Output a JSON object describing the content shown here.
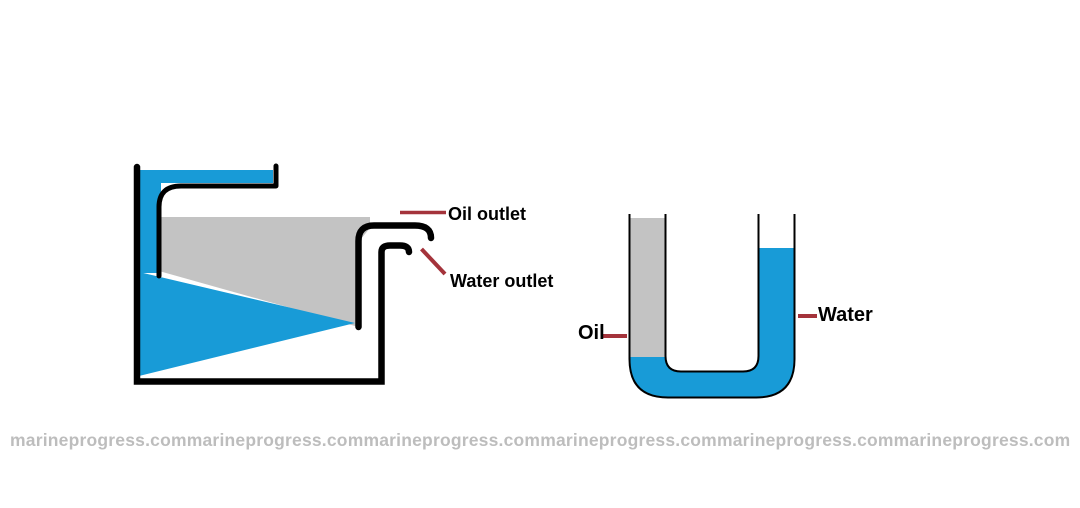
{
  "colors": {
    "water": "#189BD7",
    "oil": "#C3C3C3",
    "outline": "#000000",
    "leader": "#A4333B",
    "label": "#000000",
    "watermark": "#BDBDBD"
  },
  "separator_diagram": {
    "oil_outlet_label": "Oil outlet",
    "water_outlet_label": "Water outlet"
  },
  "utube_diagram": {
    "oil_label": "Oil",
    "water_label": "Water"
  },
  "watermark": {
    "text": "marineprogress.com",
    "count": 6
  }
}
